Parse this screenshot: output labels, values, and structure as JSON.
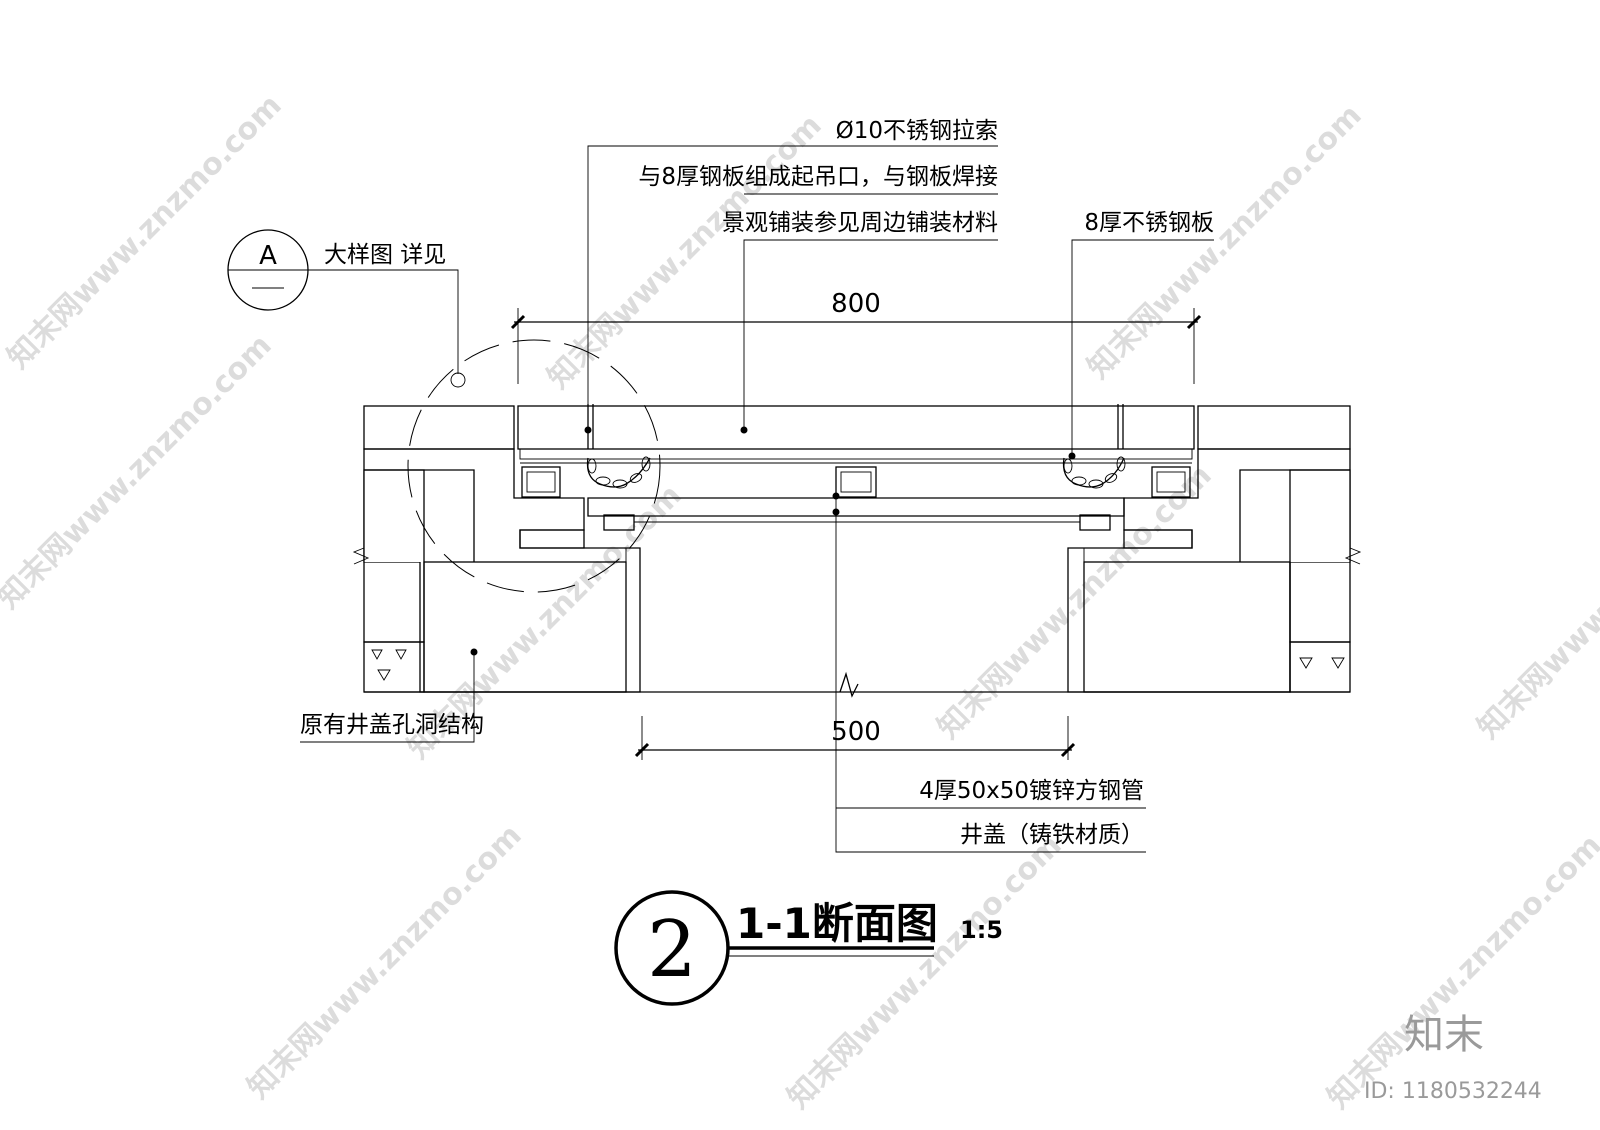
{
  "labels": {
    "cable": "Ø10不锈钢拉索",
    "weld": "与8厚钢板组成起吊口，与钢板焊接",
    "paving": "景观铺装参见周边铺装材料",
    "plate": "8厚不锈钢板",
    "detail_ref": "大样图  详见",
    "detail_symbol": "A",
    "original_structure": "原有井盖孔洞结构",
    "steel_tube": "4厚50x50镀锌方钢管",
    "manhole_cover": "井盖（铸铁材质）"
  },
  "dimensions": {
    "top_width": "800",
    "bottom_width": "500"
  },
  "title": {
    "number": "2",
    "name": "1-1断面图",
    "scale": "1:5"
  },
  "watermark": {
    "text": "知末网www.znzmo.com",
    "brand": "知末",
    "id": "ID: 1180532244"
  }
}
